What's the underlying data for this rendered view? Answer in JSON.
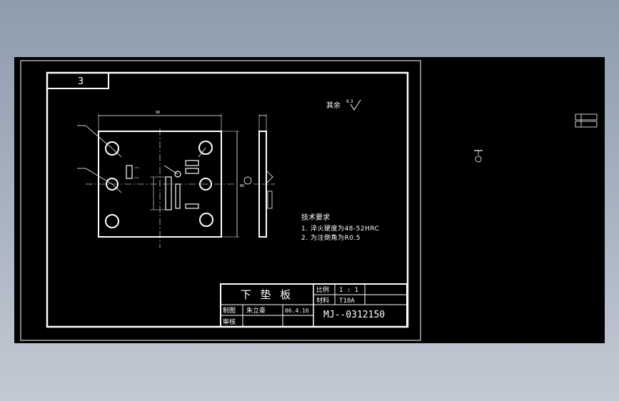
{
  "sheet": {
    "number_box": "3",
    "surface_note": "其余",
    "surface_roughness": "6.3"
  },
  "tech_requirements": {
    "heading": "技术要求",
    "items": [
      "1. 淬火硬度为48-52HRC",
      "2. 为注倒角为R0.5"
    ]
  },
  "title_block": {
    "part_name": "下 垫 板",
    "scale_label": "比例",
    "scale_value": "1 : 1",
    "material_label": "材料",
    "material_value": "T10A",
    "drawn_label": "制图",
    "drawn_by": "朱立奋",
    "date": "06.4.16",
    "checked_label": "审核",
    "drawing_number": "MJ--0312150"
  },
  "colors": {
    "background": "#000000",
    "lines": "#ffffff",
    "outer_gradient_top": "#8e9cae",
    "outer_gradient_bottom": "#c3c9d4"
  }
}
